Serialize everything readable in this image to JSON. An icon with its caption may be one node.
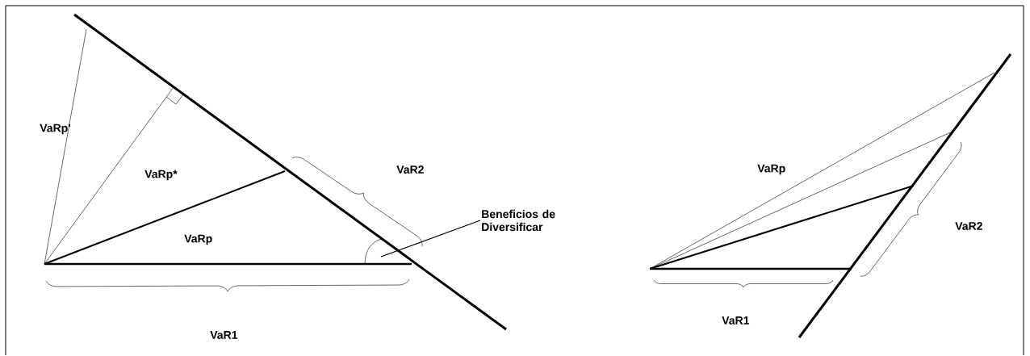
{
  "diagram": {
    "nodes": [
      {
        "text": [
          "Beneficios de Diversificar"
        ]
      },
      {
        "text": [],
        "shape": "arc"
      }
    ],
    "edges": [
      {
        "from": 0,
        "to": 1,
        "arrow": "none"
      }
    ],
    "labels": [
      "VaRp'",
      "VaRp*",
      "VaR2",
      "VaRp",
      "VaR1",
      "VaRp",
      "VaR2",
      "VaR1"
    ]
  }
}
